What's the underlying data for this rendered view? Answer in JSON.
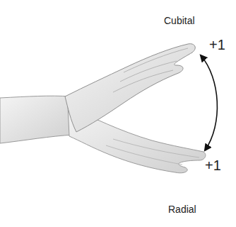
{
  "diagram": {
    "labels": [
      "Cubital",
      "+1",
      "+1",
      "Radial"
    ]
  }
}
